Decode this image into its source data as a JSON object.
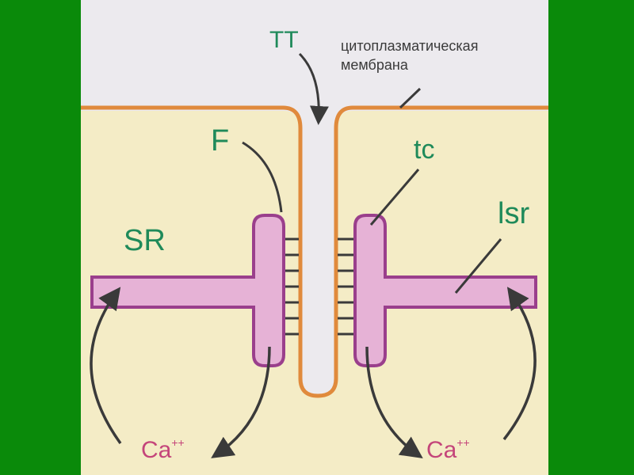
{
  "labels": {
    "tt": "TT",
    "membrane_line1": "цитоплазматическая",
    "membrane_line2": "мембрана",
    "f": "F",
    "tc": "tc",
    "sr": "SR",
    "lsr": "lsr",
    "ca": "Ca",
    "ca_charge": "++"
  },
  "colors": {
    "background_frame": "#0a8a0a",
    "upper_region": "#eceaee",
    "cytoplasm": "#f4ecc6",
    "membrane": "#e08a3c",
    "sr_fill": "#e6b2d6",
    "sr_stroke": "#9a3f8c",
    "label_green": "#1f8a5a",
    "ca_label": "#c4457a",
    "arrow": "#3a3a3a"
  }
}
